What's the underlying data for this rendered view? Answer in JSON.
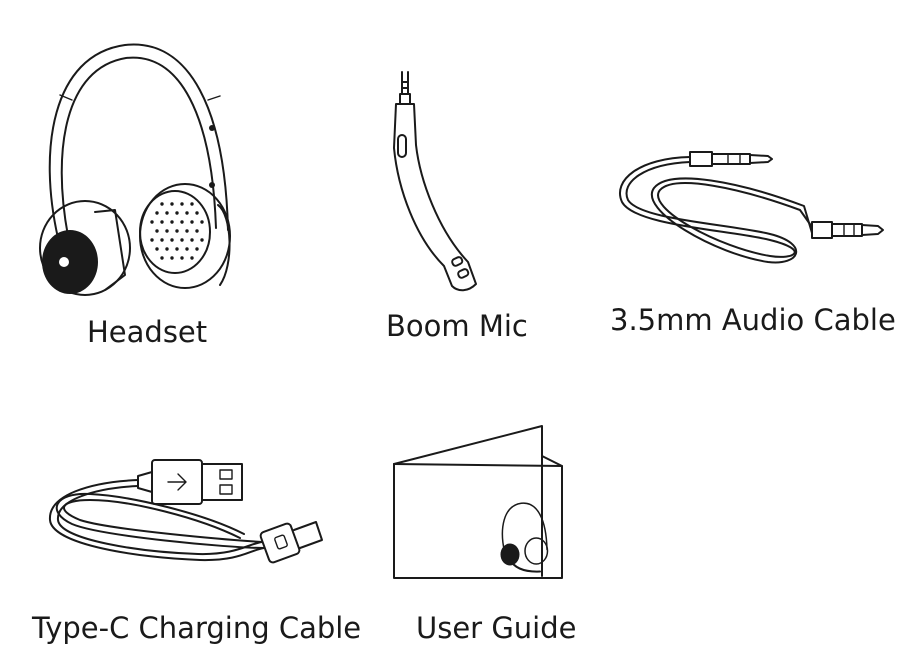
{
  "items": [
    {
      "key": "headset",
      "label": "Headset",
      "icon": "headset-icon"
    },
    {
      "key": "boom_mic",
      "label": "Boom Mic",
      "icon": "boom-mic-icon"
    },
    {
      "key": "audio_cable",
      "label": "3.5mm Audio Cable",
      "icon": "audio-cable-icon"
    },
    {
      "key": "charging_cable",
      "label": "Type-C Charging Cable",
      "icon": "usb-type-c-cable-icon"
    },
    {
      "key": "user_guide",
      "label": "User Guide",
      "icon": "user-guide-booklet-icon"
    }
  ],
  "colors": {
    "line": "#1a1a1a",
    "background": "#ffffff"
  }
}
